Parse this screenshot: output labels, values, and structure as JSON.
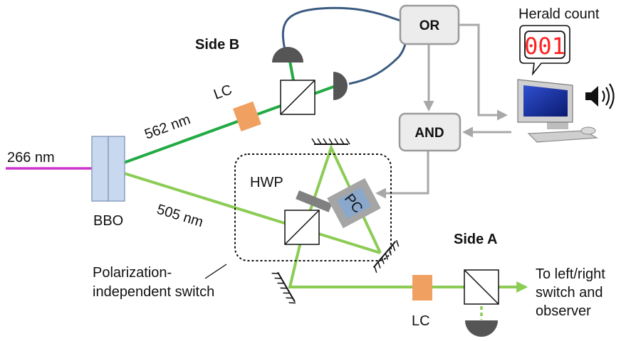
{
  "labels": {
    "input_wavelength": "266 nm",
    "crystal": "BBO",
    "beam_b_wavelength": "562 nm",
    "beam_a_wavelength": "505 nm",
    "side_b": "Side B",
    "side_a": "Side A",
    "lc_b": "LC",
    "lc_a": "LC",
    "hwp": "HWP",
    "pc": "PC",
    "switch_line1": "Polarization-",
    "switch_line2": "independent switch",
    "output_line1": "To left/right",
    "output_line2": "switch and",
    "output_line3": "observer",
    "herald_count_title": "Herald count"
  },
  "logic": {
    "or_gate": "OR",
    "and_gate": "AND"
  },
  "counter": {
    "value": "001"
  },
  "colors": {
    "pump": "#cc33cc",
    "beam_b": "#22aa44",
    "beam_a": "#8ccc55",
    "cable": "#3a5a80",
    "signal": "#a8a8a8",
    "lc": "#f0a060",
    "bbo": "#c8d8ee",
    "pc": "#8aa8cc",
    "detector": "#555555",
    "counter_red": "#ff2020"
  },
  "icons": [
    "detector-icon",
    "polarizing-beamsplitter-icon",
    "mirror-icon",
    "computer-icon",
    "speaker-icon"
  ]
}
